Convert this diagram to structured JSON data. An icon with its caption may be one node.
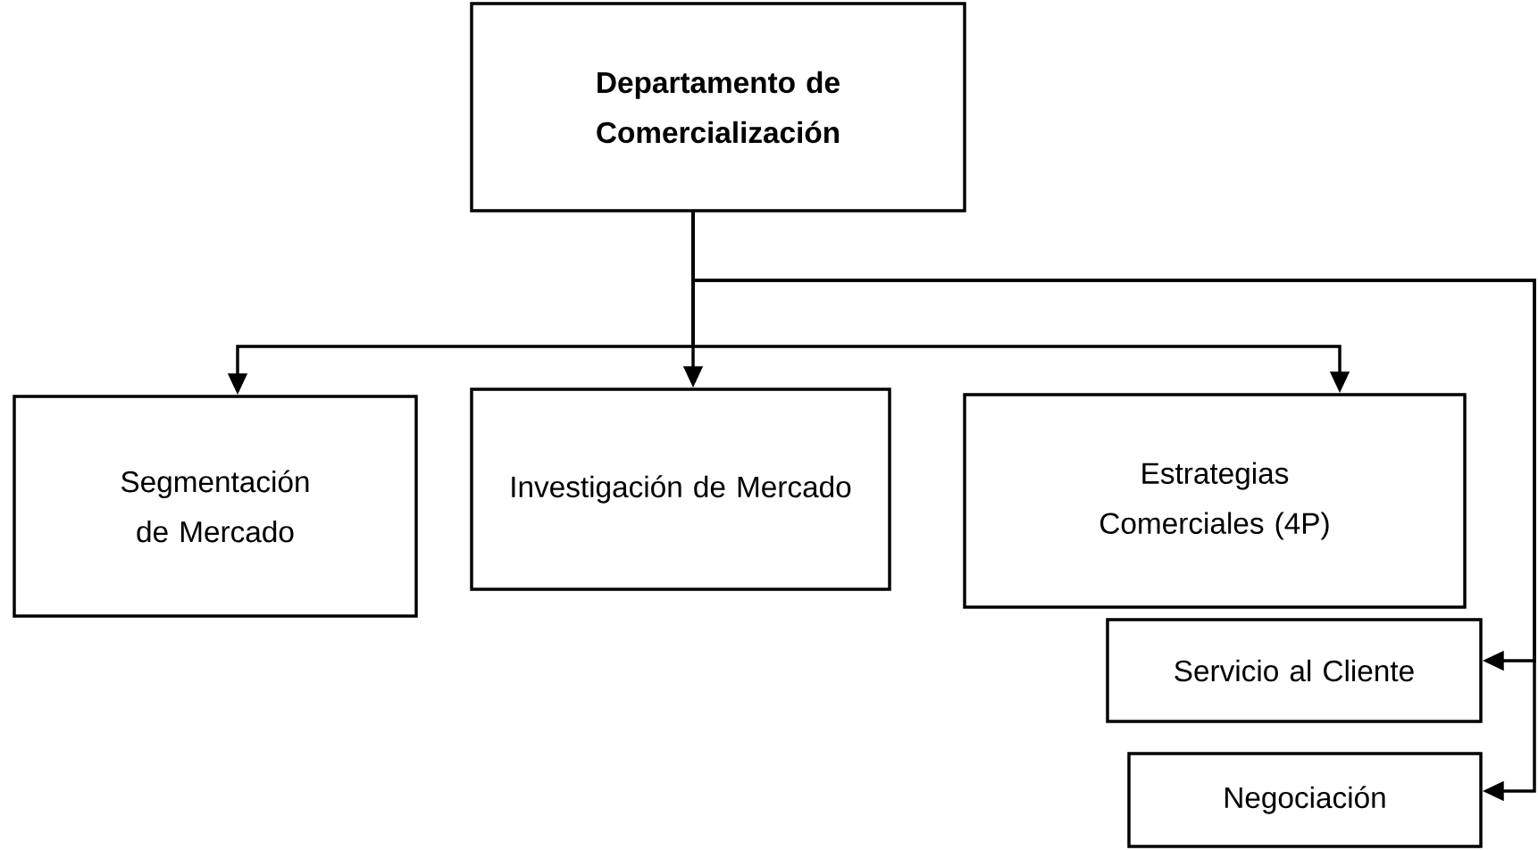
{
  "diagram": {
    "nodes": [
      {
        "text": [
          "Departamento de Comercialización"
        ]
      },
      {
        "text": [
          "Segmentación de Mercado"
        ]
      },
      {
        "text": [
          "Investigación de Mercado"
        ]
      },
      {
        "text": [
          "Estrategias Comerciales (4P)"
        ]
      },
      {
        "text": [
          "Servicio al Cliente"
        ]
      },
      {
        "text": [
          "Negociación"
        ]
      }
    ],
    "edges": [
      {
        "from": 0,
        "to": 1,
        "arrow": "to"
      },
      {
        "from": 0,
        "to": 2,
        "arrow": "to"
      },
      {
        "from": 0,
        "to": 3,
        "arrow": "to"
      },
      {
        "from": 0,
        "to": 4,
        "arrow": "to"
      },
      {
        "from": 0,
        "to": 5,
        "arrow": "to"
      }
    ]
  }
}
